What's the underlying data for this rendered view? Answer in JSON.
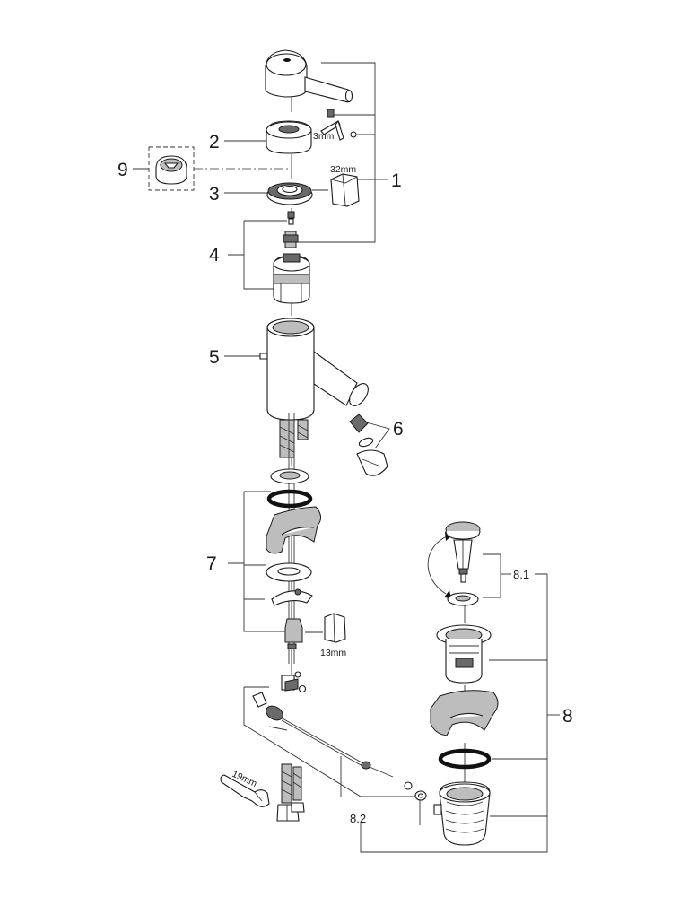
{
  "callouts": {
    "c1": "1",
    "c2": "2",
    "c3": "3",
    "c4": "4",
    "c5": "5",
    "c6": "6",
    "c7": "7",
    "c8": "8",
    "c8_1": "8.1",
    "c8_2": "8.2",
    "c9": "9"
  },
  "dimensions": {
    "hex_key": "3mm",
    "wrench_32": "32mm",
    "wrench_13": "13mm",
    "spanner_19": "19mm"
  }
}
